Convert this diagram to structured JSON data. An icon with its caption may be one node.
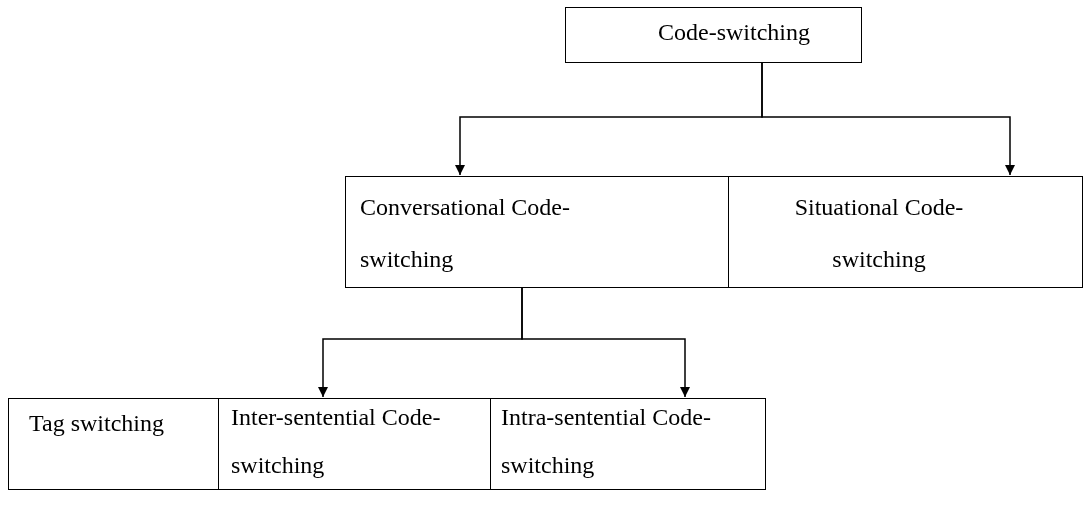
{
  "diagram": {
    "nodes": [
      {
        "text": [
          "Code-switching"
        ]
      },
      {
        "text": [
          "Conversational Code-switching"
        ]
      },
      {
        "text": [
          "Situational Code-switching"
        ]
      },
      {
        "text": [
          "Tag switching"
        ]
      },
      {
        "text": [
          "Inter-sentential Code-switching"
        ]
      },
      {
        "text": [
          "Intra-sentential Code-switching"
        ]
      }
    ],
    "edges": [
      {
        "from": 0,
        "to": 1,
        "arrow": "to"
      },
      {
        "from": 0,
        "to": 2,
        "arrow": "to"
      },
      {
        "from": 1,
        "to": 4,
        "arrow": "to"
      },
      {
        "from": 1,
        "to": 5,
        "arrow": "to"
      }
    ]
  }
}
